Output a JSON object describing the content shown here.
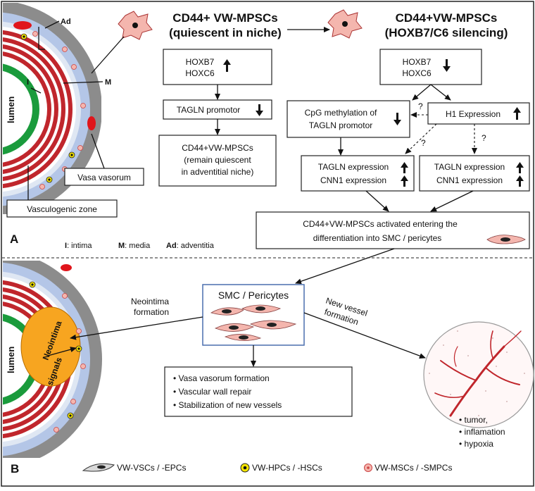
{
  "panel_a": {
    "label": "A",
    "vessel": {
      "lumen": "lumen",
      "layer_ad": "Ad",
      "layer_i": "I",
      "layer_m": "M",
      "vasa_vasorum": "Vasa vasorum",
      "vasculogenic_zone": "Vasculogenic zone"
    },
    "legend": {
      "i_key": "I",
      "i_text": ": intima",
      "m_key": "M",
      "m_text": ": media",
      "ad_key": "Ad",
      "ad_text": ": adventitia"
    },
    "quiescent": {
      "title_line1": "CD44+ VW-MPSCs",
      "title_line2": "(quiescent in niche)",
      "hox_line1": "HOXB7",
      "hox_line2": "HOXC6",
      "tagln": "TAGLN  promotor",
      "result_line1": "CD44+VW-MPSCs",
      "result_line2": "(remain quiescent",
      "result_line3": "in adventitial niche)"
    },
    "silencing": {
      "title_line1": "CD44+VW-MPSCs",
      "title_line2": "(HOXB7/C6 silencing)",
      "hox_line1": "HOXB7",
      "hox_line2": "HOXC6",
      "cpg_line1": "CpG methylation of",
      "cpg_line2": "TAGLN promotor",
      "h1": "H1 Expression",
      "expr_left_line1": "TAGLN expression",
      "expr_left_line2": "CNN1 expression",
      "expr_right_line1": "TAGLN expression",
      "expr_right_line2": "CNN1 expression",
      "q1": "?",
      "q2": "?",
      "q3": "?",
      "activated_line1": "CD44+VW-MPSCs activated entering the",
      "activated_line2": "differentiation into SMC / pericytes"
    }
  },
  "panel_b": {
    "label": "B",
    "lumen": "lumen",
    "neointima": "Neointima",
    "signals": "signals",
    "smc_title": "SMC / Pericytes",
    "neointima_formation_line1": "Neointima",
    "neointima_formation_line2": "formation",
    "new_vessel_line1": "New vessel",
    "new_vessel_line2": "formation",
    "outcomes": [
      "Vasa vasorum formation",
      "Vascular wall repair",
      "Stabilization of new vessels"
    ],
    "conditions": [
      "tumor,",
      "inflamation",
      "hypoxia"
    ]
  },
  "legend_bottom": {
    "vsc": "VW-VSCs / -EPCs",
    "hpc": "VW-HPCs / -HSCs",
    "msc": "VW-MSCs / -SMPCs"
  },
  "colors": {
    "adventitia": "#8c8c8c",
    "adventitia_inner": "#b4c6e7",
    "media_band": "#c0262c",
    "intima": "#1a9b3c",
    "neointima": "#f7a520",
    "cell_pink": "#f4b6ae",
    "cell_yellow": "#f5e500"
  }
}
